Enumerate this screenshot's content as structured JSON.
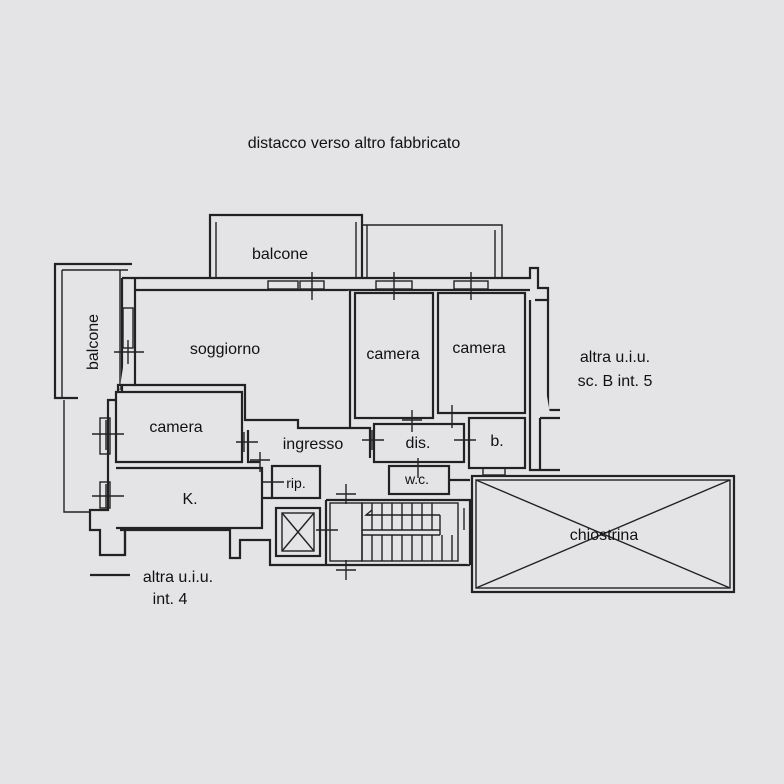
{
  "labels": {
    "top_note": "distacco verso altro fabbricato",
    "balcone_top": "balcone",
    "balcone_left": "balcone",
    "soggiorno": "soggiorno",
    "camera_1": "camera",
    "camera_2": "camera",
    "camera_3": "camera",
    "altra_right_1": "altra u.i.u.",
    "altra_right_2": "sc. B int. 5",
    "ingresso": "ingresso",
    "dis": "dis.",
    "b": "b.",
    "wc": "w.c.",
    "rip": "rip.",
    "k": "K.",
    "chiostrina": "chiostrina",
    "altra_bottom_1": "altra u.i.u.",
    "altra_bottom_2": "int. 4"
  },
  "colors": {
    "background": "#e4e4e6",
    "lines": "#222222"
  }
}
